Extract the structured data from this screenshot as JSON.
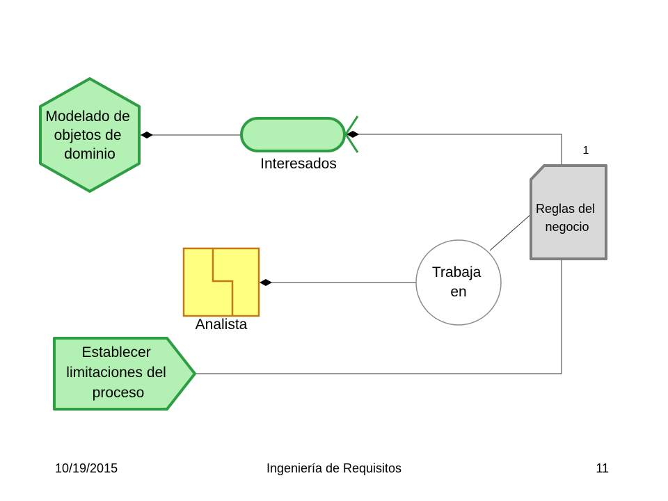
{
  "nodes": {
    "domain_modeling": [
      "Modelado de",
      "objetos de",
      "dominio"
    ],
    "stakeholders": "Interesados",
    "business_rules": [
      "Reglas del",
      "negocio"
    ],
    "business_rules_multiplicity": "1",
    "works_in": [
      "Trabaja",
      "en"
    ],
    "analyst": "Analista",
    "process_constraints": [
      "Establecer",
      "limitaciones del",
      "proceso"
    ]
  },
  "colors": {
    "green_fill": "#b3f0b3",
    "green_stroke": "#2e9d43",
    "yellow_fill": "#ffff80",
    "yellow_stroke": "#c07a1a",
    "gray_fill": "#d9d9d9",
    "gray_stroke": "#7f7f7f",
    "connector": "#333333"
  },
  "footer": {
    "date": "10/19/2015",
    "title": "Ingeniería de Requisitos",
    "page": "11"
  }
}
